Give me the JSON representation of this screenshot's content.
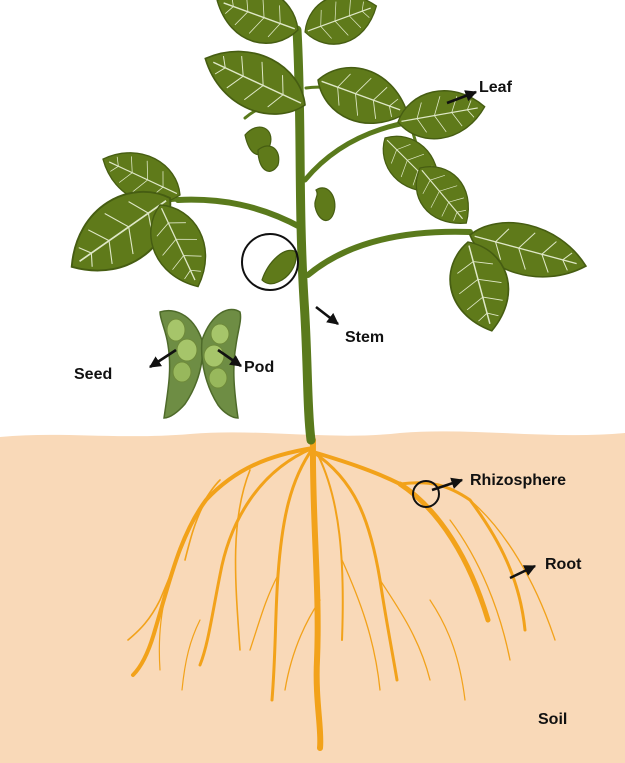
{
  "labels": {
    "leaf": "Leaf",
    "stem": "Stem",
    "seed": "Seed",
    "pod": "Pod",
    "rhizosphere": "Rhizosphere",
    "root": "Root",
    "soil": "Soil"
  },
  "colors": {
    "leaf": "#5f7a1a",
    "leaf_dark": "#4a6212",
    "stem": "#5a7a1c",
    "root": "#f2a21a",
    "soil": "#f9d9b8",
    "pod": "#6e8d44",
    "seed": "#a6c56a",
    "arrow": "#111111"
  }
}
